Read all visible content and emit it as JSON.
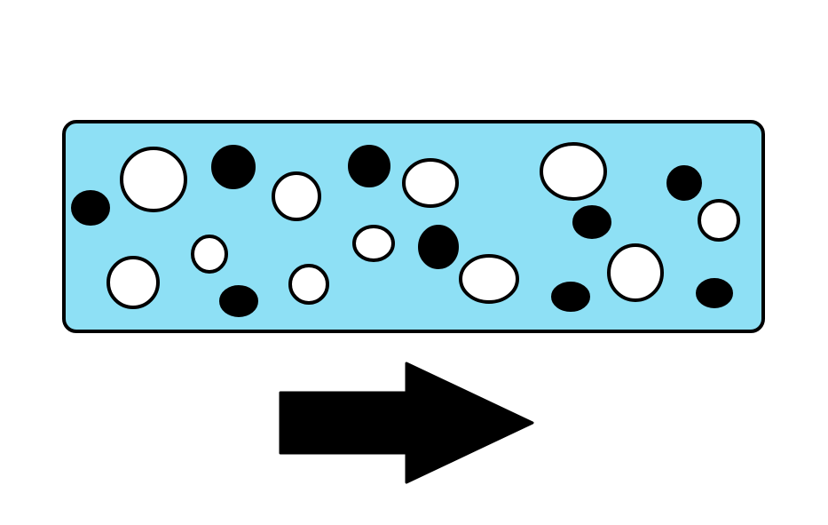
{
  "colors": {
    "container_fill": "#8ee0f5",
    "outline": "#000000",
    "light_particle": "#ffffff",
    "dark_particle": "#000000",
    "arrow": "#000000"
  },
  "particles": {
    "light_count": 11,
    "dark_count": 9
  },
  "arrow": {
    "direction": "right"
  }
}
